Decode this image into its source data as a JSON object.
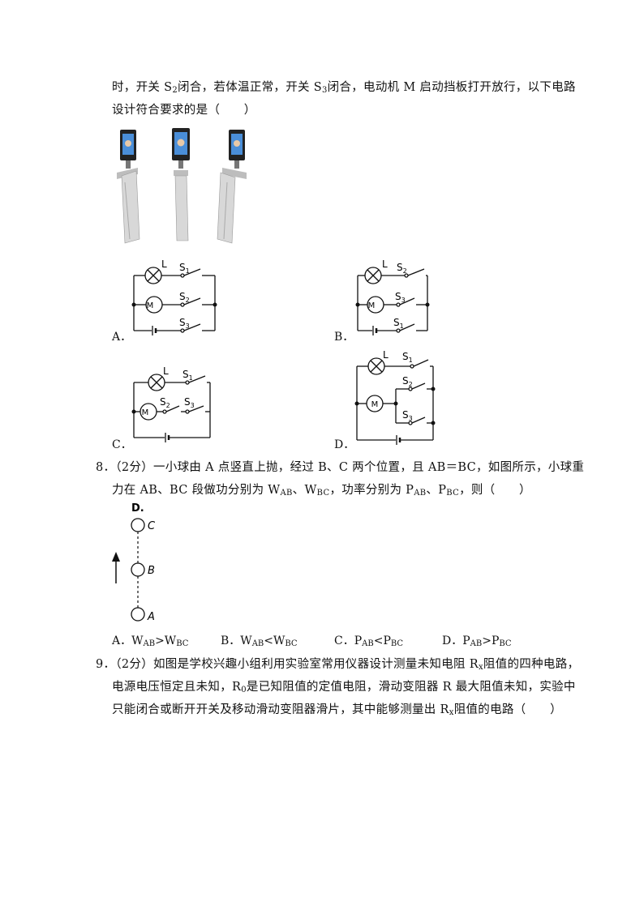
{
  "q7": {
    "line1_pre": "时，开关 S",
    "line1_sub1": "2",
    "line1_mid": "闭合，若体温正常，开关 S",
    "line1_sub2": "3",
    "line1_post": "闭合，电动机 M 启动挡板打开放行，以下电路",
    "line2": "设计符合要求的是（　　）",
    "options": {
      "A": {
        "letter": "A．",
        "labels": {
          "lamp": "L",
          "s_top": "S",
          "s_top_sub": "1",
          "s_mid": "S",
          "s_mid_sub": "2",
          "s_bot": "S",
          "s_bot_sub": "3",
          "motor": "M"
        }
      },
      "B": {
        "letter": "B．",
        "labels": {
          "lamp": "L",
          "s_top": "S",
          "s_top_sub": "2",
          "s_mid": "S",
          "s_mid_sub": "3",
          "s_bot": "S",
          "s_bot_sub": "1",
          "motor": "M"
        }
      },
      "C": {
        "letter": "C．",
        "labels": {
          "lamp": "L",
          "s_top": "S",
          "s_top_sub": "1",
          "s_a": "S",
          "s_a_sub": "2",
          "s_b": "S",
          "s_b_sub": "3",
          "motor": "M"
        }
      },
      "D": {
        "letter": "D．",
        "labels": {
          "lamp": "L",
          "s_top": "S",
          "s_top_sub": "1",
          "s_a": "S",
          "s_a_sub": "2",
          "s_b": "S",
          "s_b_sub": "3",
          "motor": "M"
        }
      }
    }
  },
  "q8": {
    "line1": "8．（2分）一小球由 A 点竖直上抛，经过 B、C 两个位置，且 AB＝BC，如图所示，小球重",
    "line2_pre": "力在 AB、BC 段做功分别为 W",
    "line2_s1": "AB",
    "line2_m1": "、W",
    "line2_s2": "BC",
    "line2_m2": "，功率分别为 P",
    "line2_s3": "AB",
    "line2_m3": "、P",
    "line2_s4": "BC",
    "line2_post": "，则（　　）",
    "figure_label": "D.",
    "points": [
      "C",
      "B",
      "A"
    ],
    "answers": [
      {
        "pre": "A．W",
        "s1": "AB",
        "op": ">W",
        "s2": "BC"
      },
      {
        "pre": "B．W",
        "s1": "AB",
        "op": "<W",
        "s2": "BC"
      },
      {
        "pre": "C．P",
        "s1": "AB",
        "op": "<P",
        "s2": "BC"
      },
      {
        "pre": "D．P",
        "s1": "AB",
        "op": ">P",
        "s2": "BC"
      }
    ]
  },
  "q9": {
    "line1_pre": "9．（2分）如图是学校兴趣小组利用实验室常用仪器设计测量未知电阻 R",
    "line1_sub": "x",
    "line1_post": "阻值的四种电路，",
    "line2_pre": "电源电压恒定且未知，R",
    "line2_sub": "0",
    "line2_post": "是已知阻值的定值电阻，滑动变阻器 R 最大阻值未知，实验中",
    "line3_pre": "只能闭合或断开开关及移动滑动变阻器滑片，其中能够测量出 R",
    "line3_sub": "x",
    "line3_post": "阻值的电路（　　）"
  }
}
